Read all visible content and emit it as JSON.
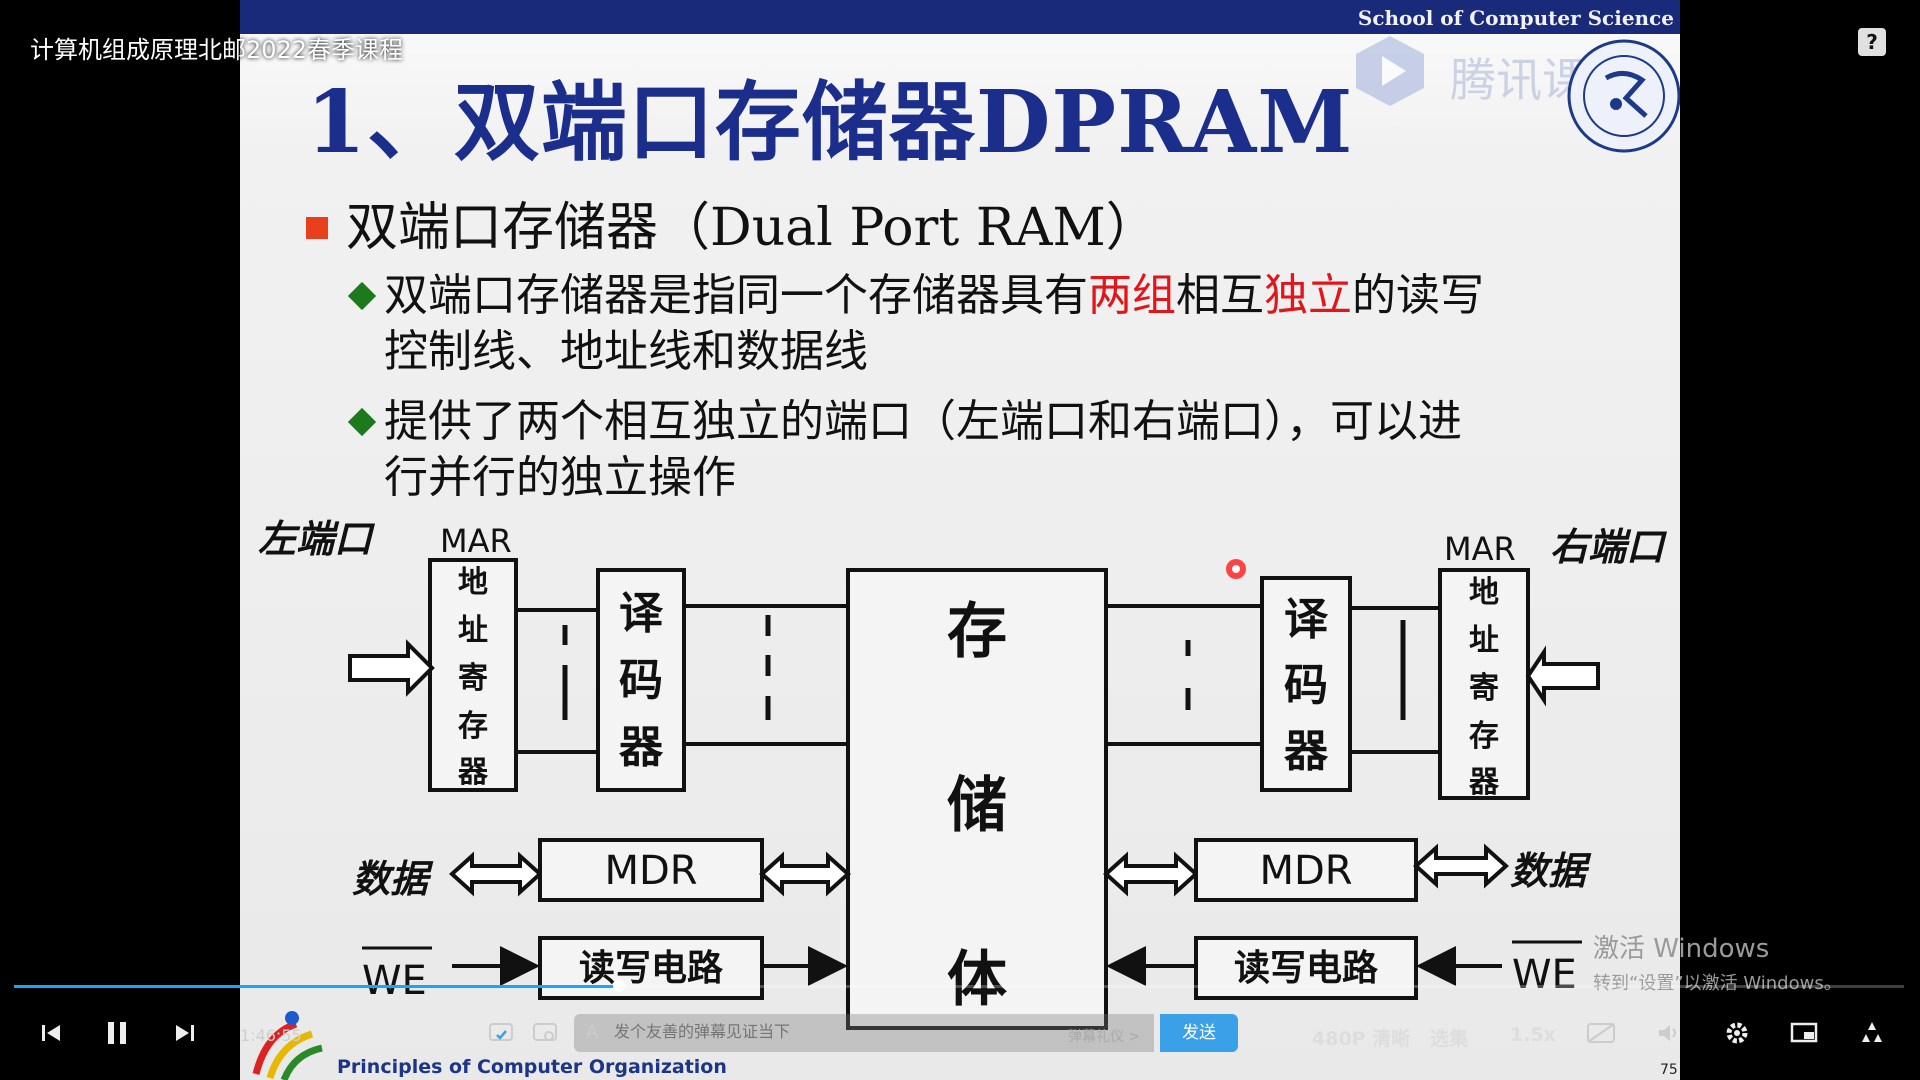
{
  "video": {
    "course_title": "计算机组成原理北邮2022春季课程",
    "help_label": "?",
    "progress_fraction": 0.32
  },
  "slide": {
    "school_name": "School of Computer Science",
    "title": "1、双端口存储器DPRAM",
    "watermark_text": "腾讯课堂",
    "bullet_main": "双端口存储器（Dual Port RAM）",
    "sub1": {
      "line1_a": "双端口存储器是指同一个存储器具有",
      "line1_red1": "两组",
      "line1_b": "相互",
      "line1_red2": "独立",
      "line1_c": "的读写",
      "line2": "控制线、地址线和数据线"
    },
    "sub2": {
      "line1": "提供了两个相互独立的端口（左端口和右端口），可以进",
      "line2": "行并行的独立操作"
    },
    "diagram": {
      "left_port": "左端口",
      "right_port": "右端口",
      "mar": "MAR",
      "address_register": [
        "地",
        "址",
        "寄",
        "存",
        "器"
      ],
      "decoder": [
        "译",
        "码",
        "器"
      ],
      "memory": [
        "存",
        "储",
        "体"
      ],
      "mdr": "MDR",
      "data": "数据",
      "rw_circuit": "读写电路",
      "we": "WE"
    },
    "footer_text": "Principles of Computer Organization",
    "page_number": "75"
  },
  "controls": {
    "time": "1:46:55",
    "danmaku_placeholder": "发个友善的弹幕见证当下",
    "danmaku_etiquette": "弹幕礼仪 >",
    "send_label": "发送",
    "quality_label": "480P 清晰",
    "episodes_label": "选集",
    "speed_label": "1.5x"
  },
  "os_watermark": {
    "line1": "激活 Windows",
    "line2": "转到“设置”以激活 Windows。"
  }
}
